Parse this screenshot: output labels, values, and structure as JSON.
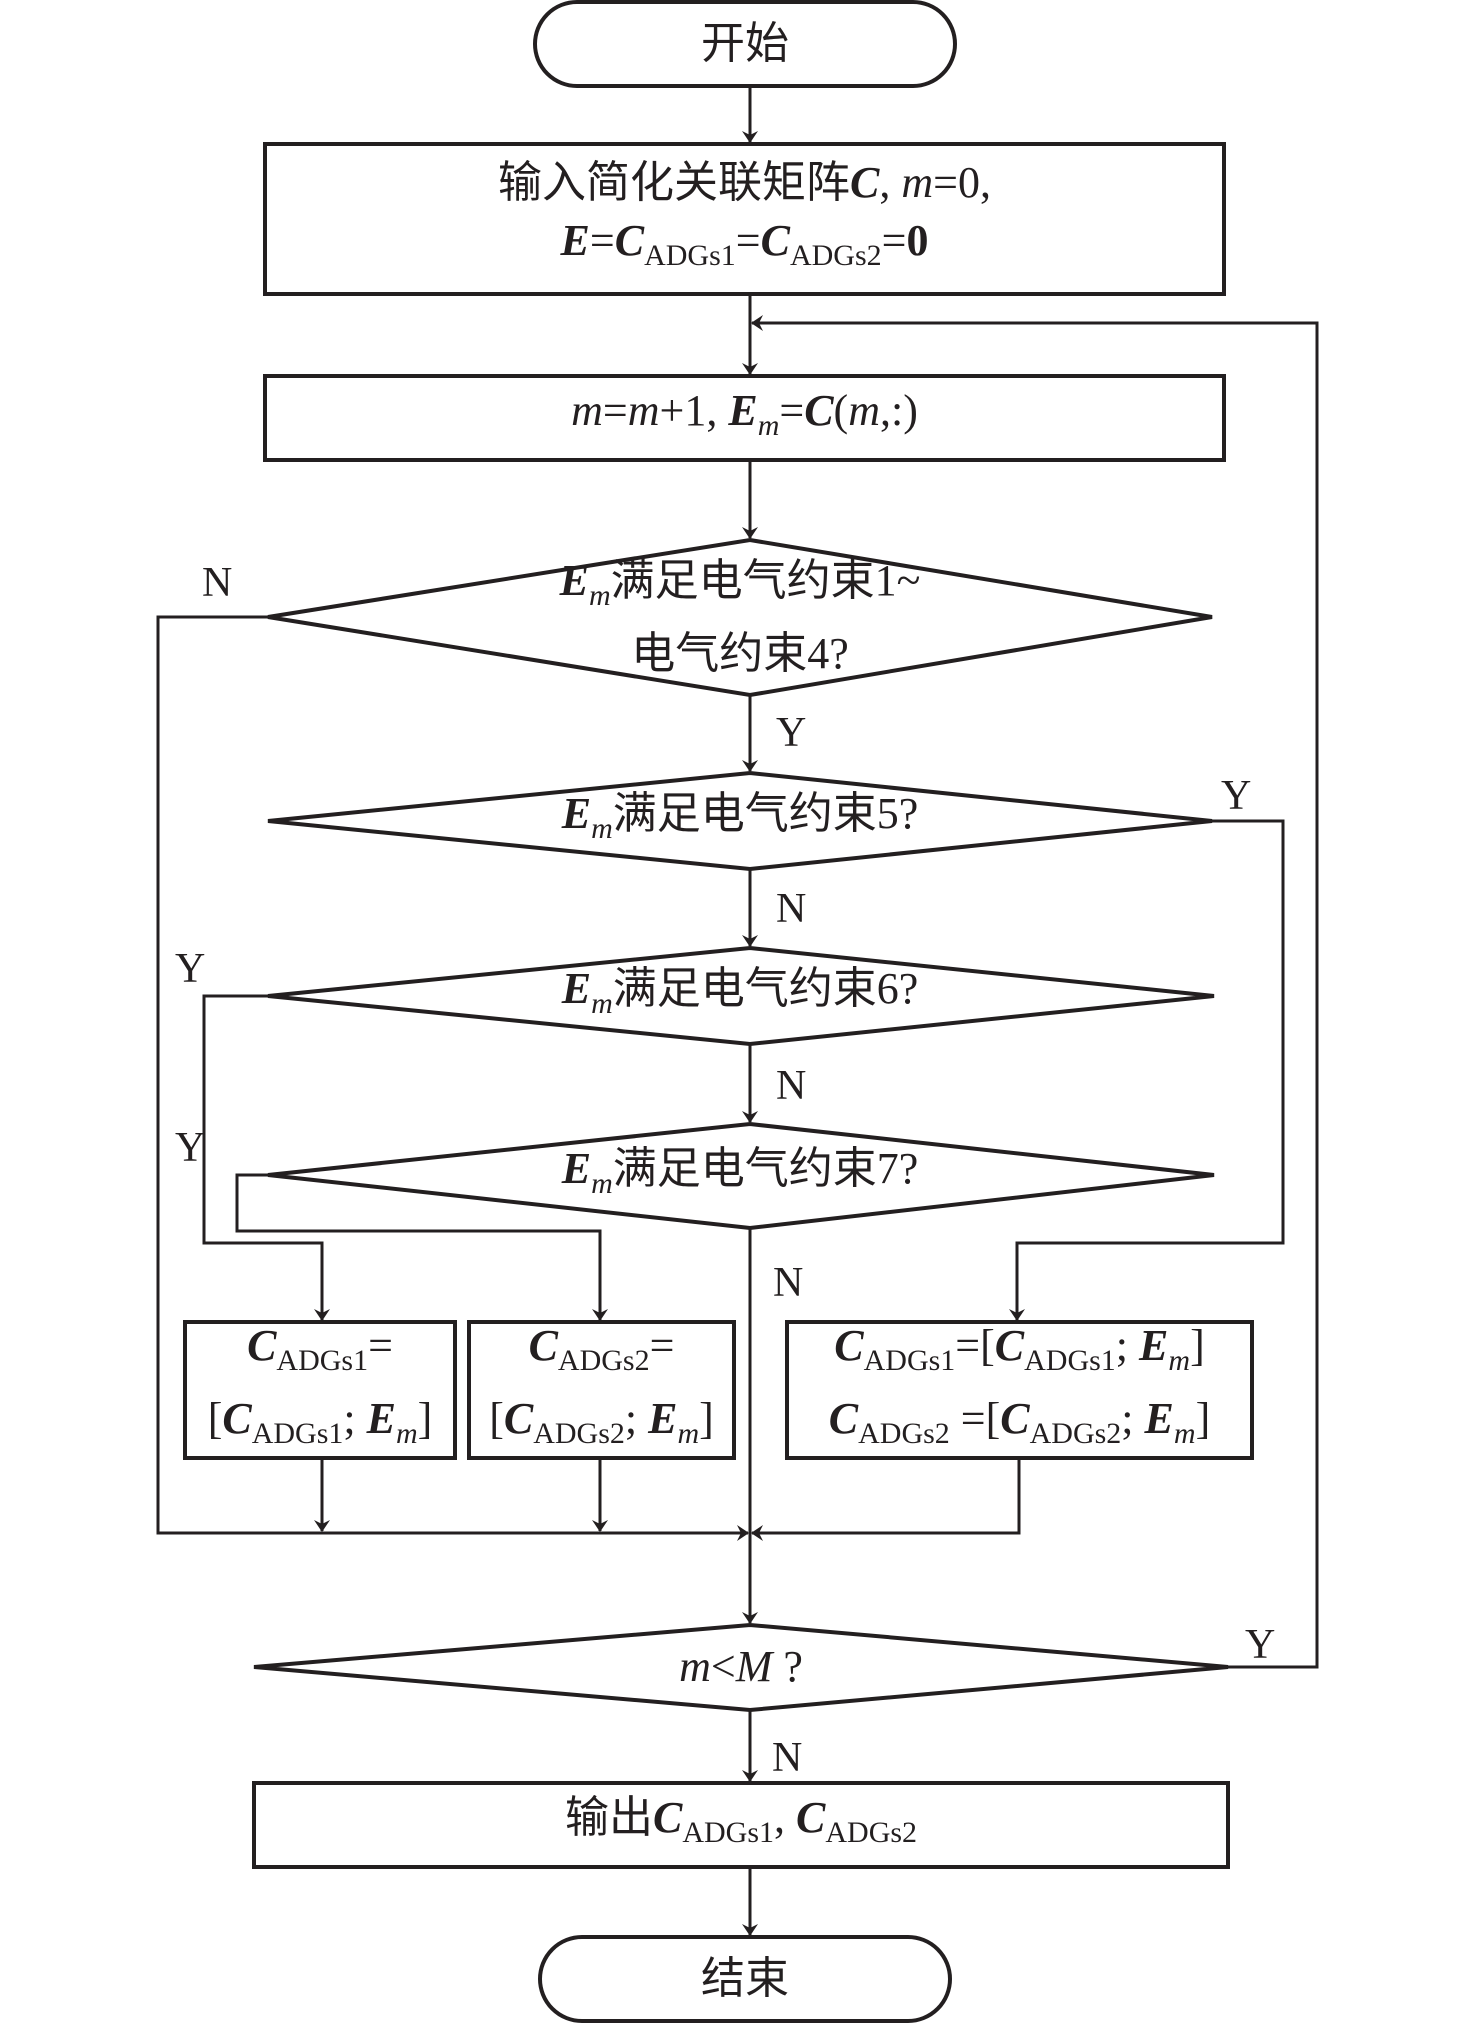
{
  "title": "ADGs classification flowchart",
  "nodes": {
    "start": {
      "label": "开始"
    },
    "init": {
      "line1_prefix": "输入简化关联矩阵",
      "line1_C": "C",
      "line1_sep": ",  ",
      "line1_m": "m",
      "line1_rest": "=0,",
      "line2_E": "E",
      "line2_eq1": "=",
      "line2_C1": "C",
      "line2_sub1": "ADGs1",
      "line2_eq2": "=",
      "line2_C2": "C",
      "line2_sub2": "ADGs2",
      "line2_eq3": "=",
      "line2_zero": "0"
    },
    "increment": {
      "m1": "m",
      "eq": "=",
      "m2": "m",
      "plus": "+1, ",
      "E": "E",
      "E_sub": "m",
      "eq2": "=",
      "C": "C",
      "paren_open": "(",
      "m3": "m",
      "paren_rest": ",:)"
    },
    "decision1": {
      "E": "E",
      "E_sub": "m",
      "line1": "满足电气约束1~",
      "line2": "电气约束4?"
    },
    "decision2": {
      "E": "E",
      "E_sub": "m",
      "text": "满足电气约束5?"
    },
    "decision3": {
      "E": "E",
      "E_sub": "m",
      "text": "满足电气约束6?"
    },
    "decision4": {
      "E": "E",
      "E_sub": "m",
      "text": "满足电气约束7?"
    },
    "assignA": {
      "C": "C",
      "sub": "ADGs1",
      "eq": "=",
      "open": "[",
      "C2": "C",
      "sub2": "ADGs1",
      "semi": "; ",
      "E": "E",
      "E_sub": "m",
      "close": "]"
    },
    "assignB": {
      "C": "C",
      "sub": "ADGs2",
      "eq": "=",
      "open": "[",
      "C2": "C",
      "sub2": "ADGs2",
      "semi": "; ",
      "E": "E",
      "E_sub": "m",
      "close": "]"
    },
    "assignC": {
      "r1": {
        "C": "C",
        "sub": "ADGs1",
        "eq": "=[",
        "C2": "C",
        "sub2": "ADGs1",
        "semi": "; ",
        "E": "E",
        "E_sub": "m",
        "close": "]"
      },
      "r2": {
        "C": "C",
        "sub": "ADGs2",
        "eq": " =[",
        "C2": "C",
        "sub2": "ADGs2",
        "semi": "; ",
        "E": "E",
        "E_sub": "m",
        "close": "]"
      }
    },
    "decision5": {
      "m": "m",
      "lt": "<",
      "M": "M",
      "q": " ?"
    },
    "output": {
      "prefix": "输出",
      "C1": "C",
      "sub1": "ADGs1",
      "sep": ", ",
      "C2": "C",
      "sub2": "ADGs2"
    },
    "end": {
      "label": "结束"
    }
  },
  "edge_labels": {
    "d1_no": "N",
    "d1_yes": "Y",
    "d2_yes": "Y",
    "d2_no": "N",
    "d3_yes": "Y",
    "d3_no": "N",
    "d4_yes": "Y",
    "d4_no": "N",
    "d5_yes": "Y",
    "d5_no": "N"
  }
}
